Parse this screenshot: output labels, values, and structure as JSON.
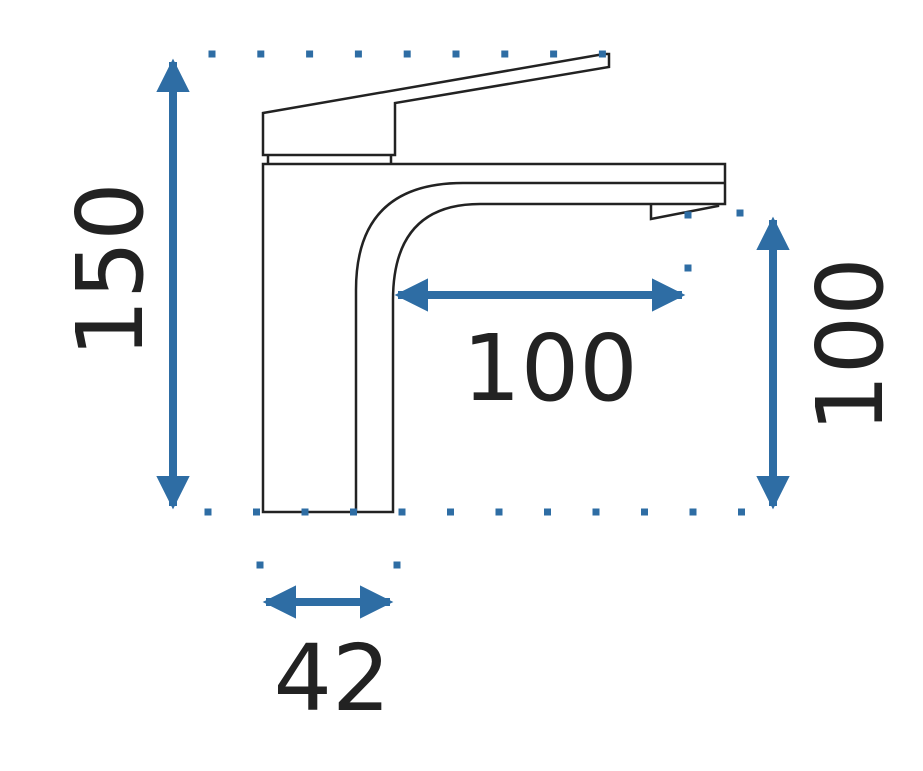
{
  "colors": {
    "accent": "#2e6da4",
    "outline": "#222222"
  },
  "dimensions": {
    "total_height": "150",
    "spout_reach": "100",
    "spout_height": "100",
    "base_width": "42"
  }
}
